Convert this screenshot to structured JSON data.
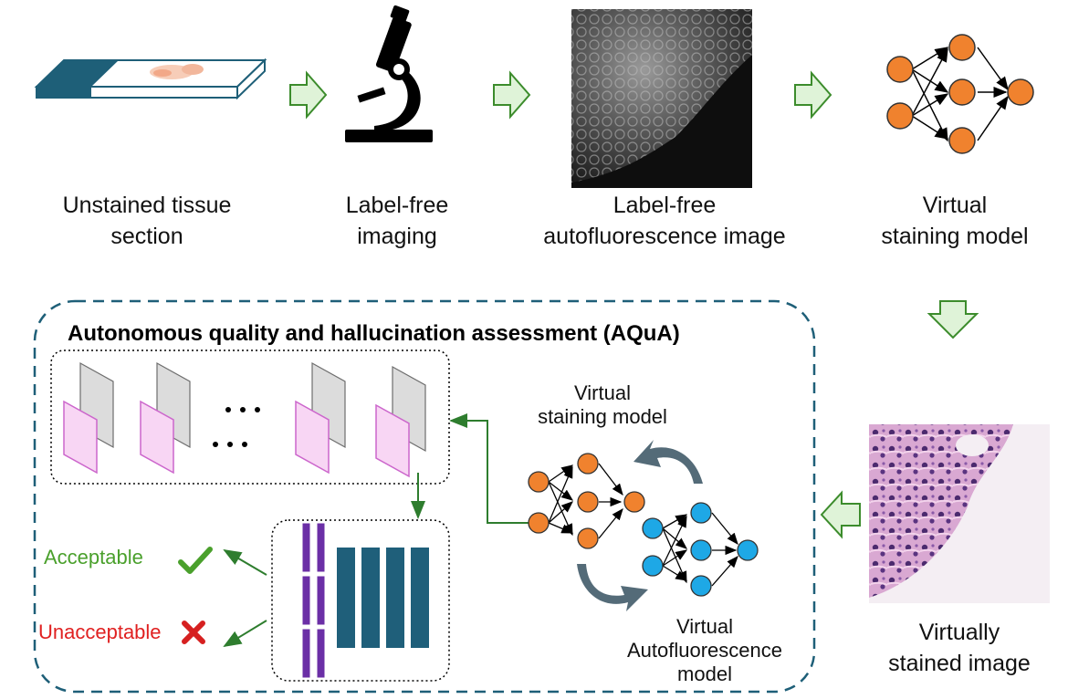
{
  "steps": {
    "unstained": {
      "line1": "Unstained tissue",
      "line2": "section",
      "icon": "glass-slide-icon"
    },
    "imaging": {
      "line1": "Label-free",
      "line2": "imaging",
      "icon": "microscope-icon"
    },
    "autofluor": {
      "line1": "Label-free",
      "line2": "autofluorescence image"
    },
    "vs_model": {
      "line1": "Virtual",
      "line2": "staining model",
      "icon": "neural-network-icon"
    },
    "stained": {
      "line1": "Virtually",
      "line2": "stained image"
    }
  },
  "aqua": {
    "title": "Autonomous quality and hallucination assessment (AQuA)",
    "vs_model_line1": "Virtual",
    "vs_model_line2": "staining model",
    "va_model_line1": "Virtual",
    "va_model_line2": "Autofluorescence",
    "va_model_line3": "model",
    "acceptable": "Acceptable",
    "unacceptable": "Unacceptable"
  },
  "colors": {
    "arrow_fill": "#dff3d8",
    "arrow_stroke": "#3c8c2c",
    "node_orange": "#f0822e",
    "node_blue": "#1ea8e6",
    "dash_border": "#1e5f78",
    "bar_teal": "#1f5f7a",
    "bar_purple": "#6b2fa6",
    "check_green": "#4aa02c",
    "cross_red": "#d62020"
  }
}
